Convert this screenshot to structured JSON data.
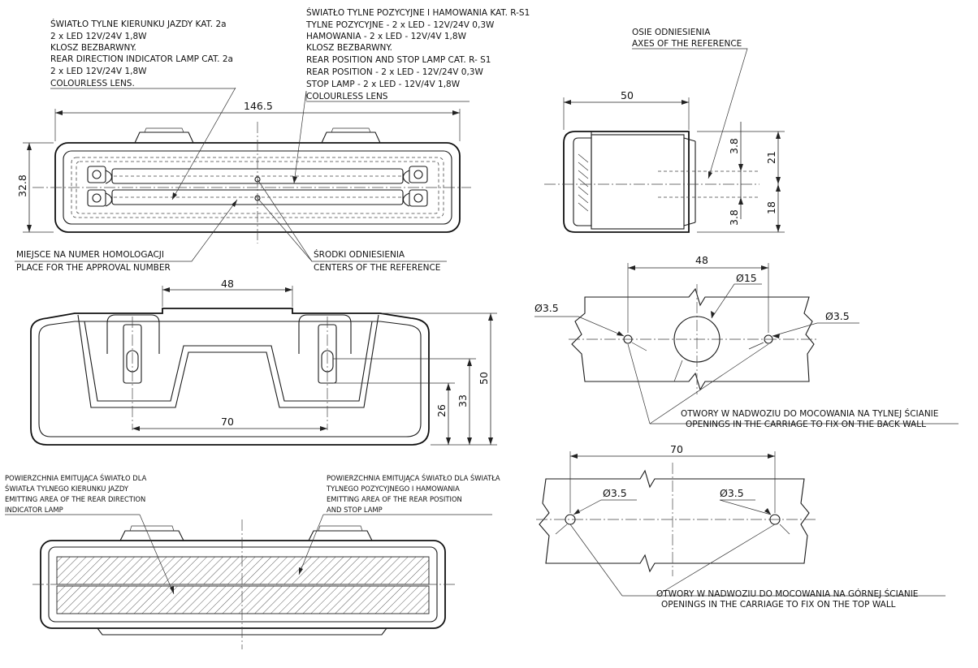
{
  "notes": {
    "direction_lamp": [
      "ŚWIATŁO TYLNE KIERUNKU JAZDY KAT. 2a",
      "2 x LED  12V/24V  1,8W",
      "KLOSZ BEZBARWNY.",
      "REAR DIRECTION INDICATOR LAMP CAT. 2a",
      "2 x LED  12V/24V  1,8W",
      "COLOURLESS LENS."
    ],
    "position_stop_lamp": [
      "ŚWIATŁO TYLNE POZYCYJNE I HAMOWANIA KAT. R-S1",
      "TYLNE POZYCYJNE - 2 x LED - 12V/24V  0,3W",
      "HAMOWANIA - 2 x LED - 12V/4V 1,8W",
      "KLOSZ BEZBARWNY.",
      "REAR POSITION AND STOP LAMP CAT. R- S1",
      "REAR POSITION - 2 x LED - 12V/24V  0,3W",
      "STOP LAMP - 2 x LED - 12V/4V 1,8W",
      "COLOURLESS LENS"
    ],
    "approval": [
      "MIEJSCE NA NUMER HOMOLOGACJI",
      "PLACE FOR THE APPROVAL NUMBER"
    ],
    "centers": [
      "ŚRODKI ODNIESIENIA",
      "CENTERS OF THE REFERENCE"
    ],
    "axes": [
      "OSIE ODNIESIENIA",
      "AXES OF THE REFERENCE"
    ],
    "emit_direction": [
      "POWIERZCHNIA EMITUJĄCA ŚWIATŁO DLA",
      "ŚWIATŁA TYLNEGO KIERUNKU JAZDY",
      "EMITTING AREA OF THE REAR DIRECTION",
      "INDICATOR LAMP"
    ],
    "emit_position": [
      "POWIERZCHNIA EMITUJĄCA ŚWIATŁO DLA ŚWIATŁA",
      "TYLNEGO POZYCYJNEGO I HAMOWANIA",
      "EMITTING AREA OF THE REAR POSITION",
      "AND STOP LAMP"
    ],
    "back_wall": [
      "OTWORY W NADWOZIU DO MOCOWANIA NA TYLNEJ ŚCIANIE",
      "OPENINGS IN THE CARRIAGE TO FIX ON THE BACK WALL"
    ],
    "top_wall": [
      "OTWORY W NADWOZIU DO MOCOWANIA NA GÓRNEJ ŚCIANIE",
      "OPENINGS IN THE CARRIAGE TO FIX ON THE TOP WALL"
    ]
  },
  "dims": {
    "front_width": "146.5",
    "front_height": "32.8",
    "side_width": "50",
    "side_off_top": "3.8",
    "side_off_bottom": "3.8",
    "side_upper": "21",
    "side_lower": "18",
    "bottom_top": "48",
    "bottom_slots": "70",
    "bottom_h26": "26",
    "bottom_h33": "33",
    "bottom_h50": "50",
    "back_spacing": "48",
    "back_big_hole": "Ø15",
    "back_hole_left": "Ø3.5",
    "back_hole_right": "Ø3.5",
    "top_spacing": "70",
    "top_hole_left": "Ø3.5",
    "top_hole_right": "Ø3.5"
  }
}
